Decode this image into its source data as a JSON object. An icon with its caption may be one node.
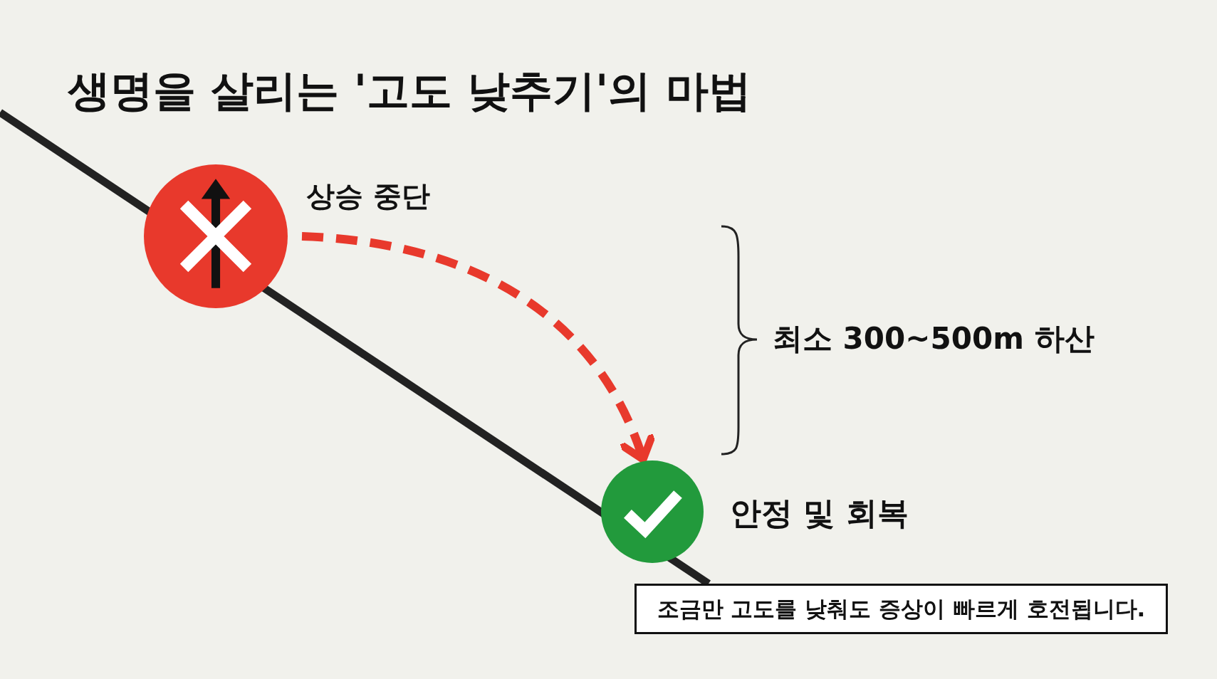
{
  "diagram": {
    "title": "생명을 살리는 '고도 낮추기'의 마법",
    "nodes": [
      {
        "text": [],
        "shape": "circle",
        "beside": [
          "상승 중단"
        ]
      },
      {
        "text": [],
        "shape": "circle",
        "beside": [
          "안정 및 회복"
        ]
      },
      {
        "text": [
          "조금만 고도를 낮춰도 증상이 빠르게 호전됩니다."
        ]
      }
    ],
    "edges": [
      {
        "from": 0,
        "to": 1,
        "arrow": "to",
        "style": "dashed",
        "color": "#e8392c"
      }
    ],
    "labels": [
      "최소 300~500m 하산"
    ]
  }
}
